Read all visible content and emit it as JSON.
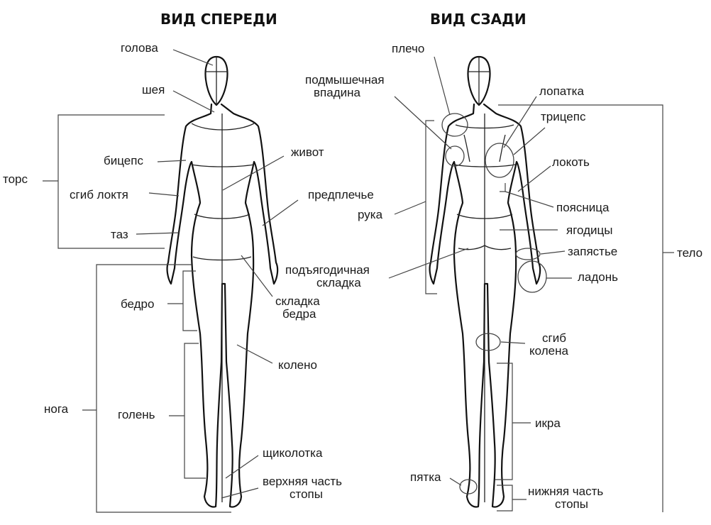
{
  "titles": {
    "front": "ВИД СПЕРЕДИ",
    "back": "ВИД СЗАДИ"
  },
  "front_labels": {
    "head": "голова",
    "neck": "шея",
    "torso": "торс",
    "biceps": "бицепс",
    "elbow_bend": "сгиб локтя",
    "pelvis": "таз",
    "belly": "живот",
    "forearm": "предплечье",
    "thigh_fold_1": "складка",
    "thigh_fold_2": "бедра",
    "thigh": "бедро",
    "knee": "колено",
    "leg": "нога",
    "shin": "голень",
    "ankle": "щиколотка",
    "foot_top_1": "верхняя часть",
    "foot_top_2": "стопы"
  },
  "back_labels": {
    "shoulder": "плечо",
    "armpit_1": "подмышечная",
    "armpit_2": "впадина",
    "shoulder_blade": "лопатка",
    "triceps": "трицепс",
    "elbow": "локоть",
    "arm": "рука",
    "lower_back": "поясница",
    "buttocks": "ягодицы",
    "wrist": "запястье",
    "gluteal_fold_1": "подъягодичная",
    "gluteal_fold_2": "складка",
    "palm": "ладонь",
    "body": "тело",
    "knee_bend_1": "сгиб",
    "knee_bend_2": "колена",
    "calf": "икра",
    "heel": "пятка",
    "sole_1": "нижняя часть",
    "sole_2": "стопы"
  }
}
